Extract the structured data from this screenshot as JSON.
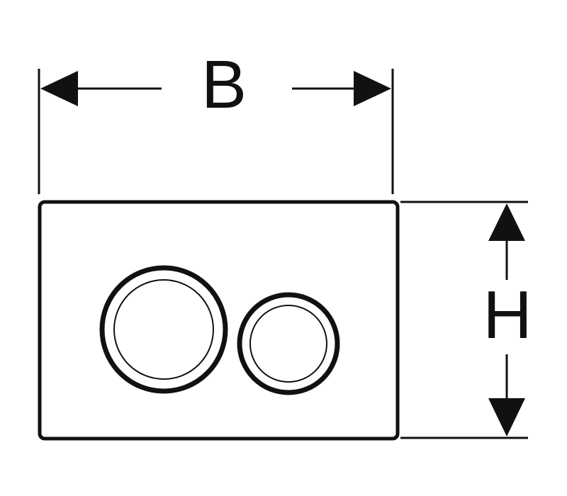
{
  "labels": {
    "width": "B",
    "height": "H"
  },
  "colors": {
    "line": "#111111",
    "background": "#ffffff"
  },
  "parts": {
    "plate": "flush-plate",
    "buttons": [
      "large-flush-button",
      "small-flush-button"
    ]
  }
}
